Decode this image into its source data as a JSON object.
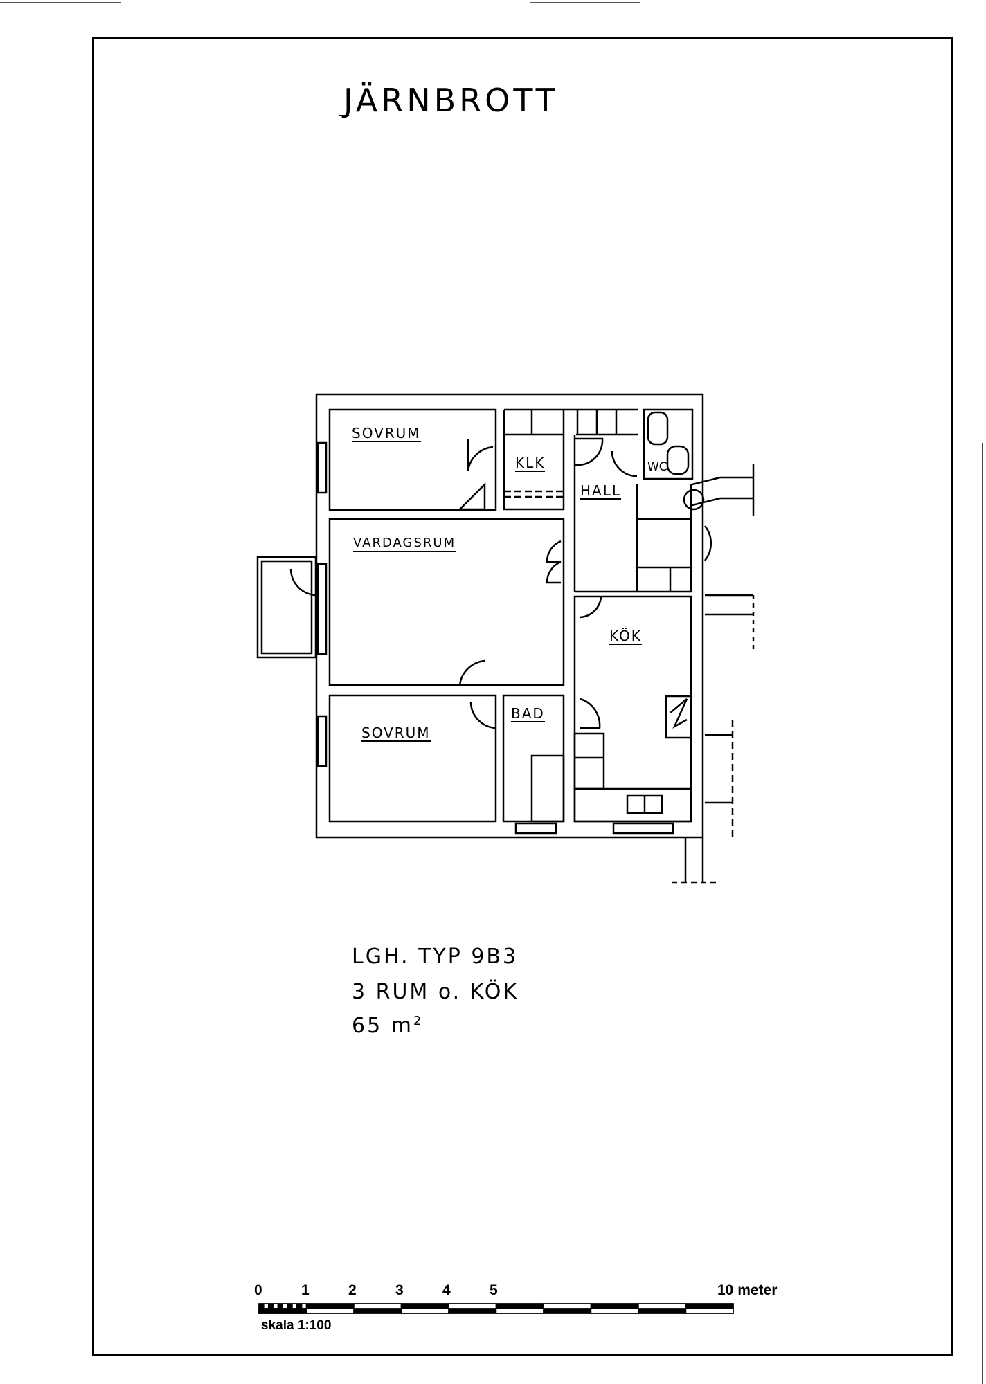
{
  "title": "JÄRNBROTT",
  "rooms": {
    "sovrum_top": "SOVRUM",
    "klk": "KLK",
    "wc": "WC",
    "hall": "HALL",
    "vardagsrum": "VARDAGSRUM",
    "kok": "KÖK",
    "bad": "BAD",
    "sovrum_bottom": "SOVRUM"
  },
  "apartment": {
    "type_line": "LGH. TYP 9B3",
    "rooms_line": "3 RUM o. KÖK",
    "area_value": "65 m",
    "area_exponent": "2"
  },
  "scale": {
    "ticks": [
      "0",
      "1",
      "2",
      "3",
      "4",
      "5",
      "10 meter"
    ],
    "caption": "skala 1:100"
  }
}
